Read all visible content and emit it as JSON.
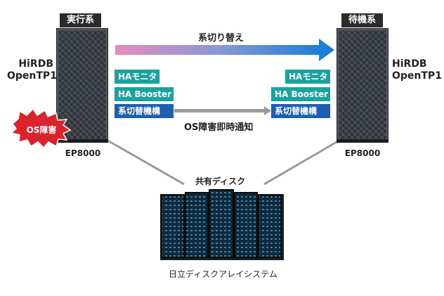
{
  "active_node": {
    "header": "実行系",
    "software": [
      "HiRDB",
      "OpenTP1"
    ],
    "model": "EP8000",
    "modules": [
      "HAモニタ",
      "HA Booster",
      "系切替機構"
    ],
    "fault": "OS障害"
  },
  "standby_node": {
    "header": "待機系",
    "software": [
      "HiRDB",
      "OpenTP1"
    ],
    "model": "EP8000",
    "modules": [
      "HAモニタ",
      "HA Booster",
      "系切替機構"
    ]
  },
  "switchover_label": "系切り替え",
  "notification_label": "OS障害即時通知",
  "shared_disk_label": "共有ディスク",
  "storage_label": "日立ディスクアレイシステム",
  "colors": {
    "teal": "#19a39c",
    "blue": "#1c5fb0",
    "arrow_start": "#e58bc0",
    "arrow_end": "#1d7fd6",
    "fault_red": "#d9232d"
  }
}
